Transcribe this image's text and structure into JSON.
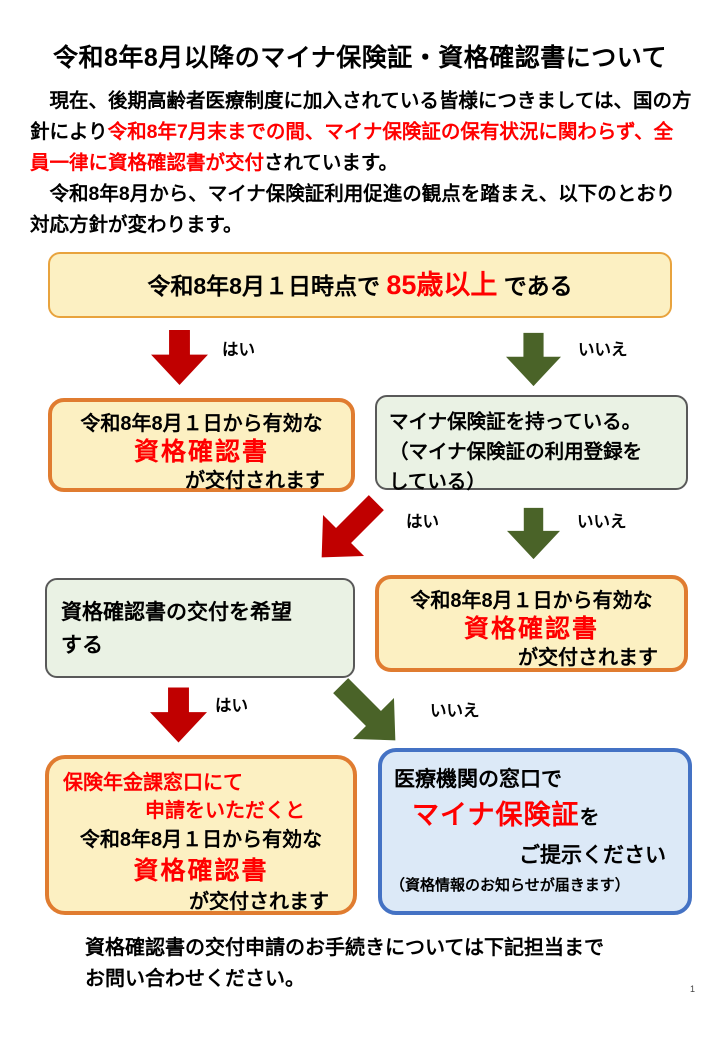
{
  "colors": {
    "red_text": "#ff0000",
    "arrow_red": "#c00000",
    "arrow_green": "#4a6328",
    "box_yellow_fill": "#fcf0c2",
    "box_orange_border": "#e07c30",
    "box_orange_border_thin": "#e8a33d",
    "box_green_fill": "#eaf2e4",
    "box_blue_fill": "#dce9f7",
    "box_blue_border": "#4472c4"
  },
  "page": {
    "title": "令和8年8月以降のマイナ保険証・資格確認書について",
    "intro": {
      "p1_black1": "　現在、後期高齢者医療制度に加入されている皆様につきましては、国の方針により",
      "p1_red": "令和8年7月末までの間、マイナ保険証の保有状況に関わらず、全員一律に資格確認書が交付",
      "p1_black2": "されています。",
      "p2": "　令和8年8月から、マイナ保険証利用促進の観点を踏まえ、以下のとおり対応方針が変わります。"
    },
    "footer": {
      "line1": "資格確認書の交付申請のお手続きについては下記担当まで",
      "line2": "お問い合わせください。",
      "page_number": "1"
    }
  },
  "flow": {
    "labels": {
      "yes": "はい",
      "no": "いいえ"
    },
    "q_age": {
      "pre": "令和8年8月１日時点で ",
      "highlight": "85歳以上",
      "post": " である"
    },
    "box_issued": {
      "line1": "令和8年8月１日から有効な",
      "line2": "資格確認書",
      "line3": "が交付されます"
    },
    "q_has_card": {
      "line1": "マイナ保険証を持っている。",
      "line2": "（マイナ保険証の利用登録を",
      "line3": "している）"
    },
    "q_wants_doc": {
      "line1": "資格確認書の交付を希望",
      "line2": "する"
    },
    "box_apply": {
      "line1": "保険年金課窓口にて",
      "line2": "申請をいただくと",
      "line3": "令和8年8月１日から有効な",
      "line4": "資格確認書",
      "line5": "が交付されます"
    },
    "box_use_card": {
      "line1": "医療機関の窓口で",
      "line2_red": "マイナ保険証",
      "line2_suffix": "を",
      "line3": "ご提示ください",
      "line4": "（資格情報のお知らせが届きます）"
    }
  }
}
